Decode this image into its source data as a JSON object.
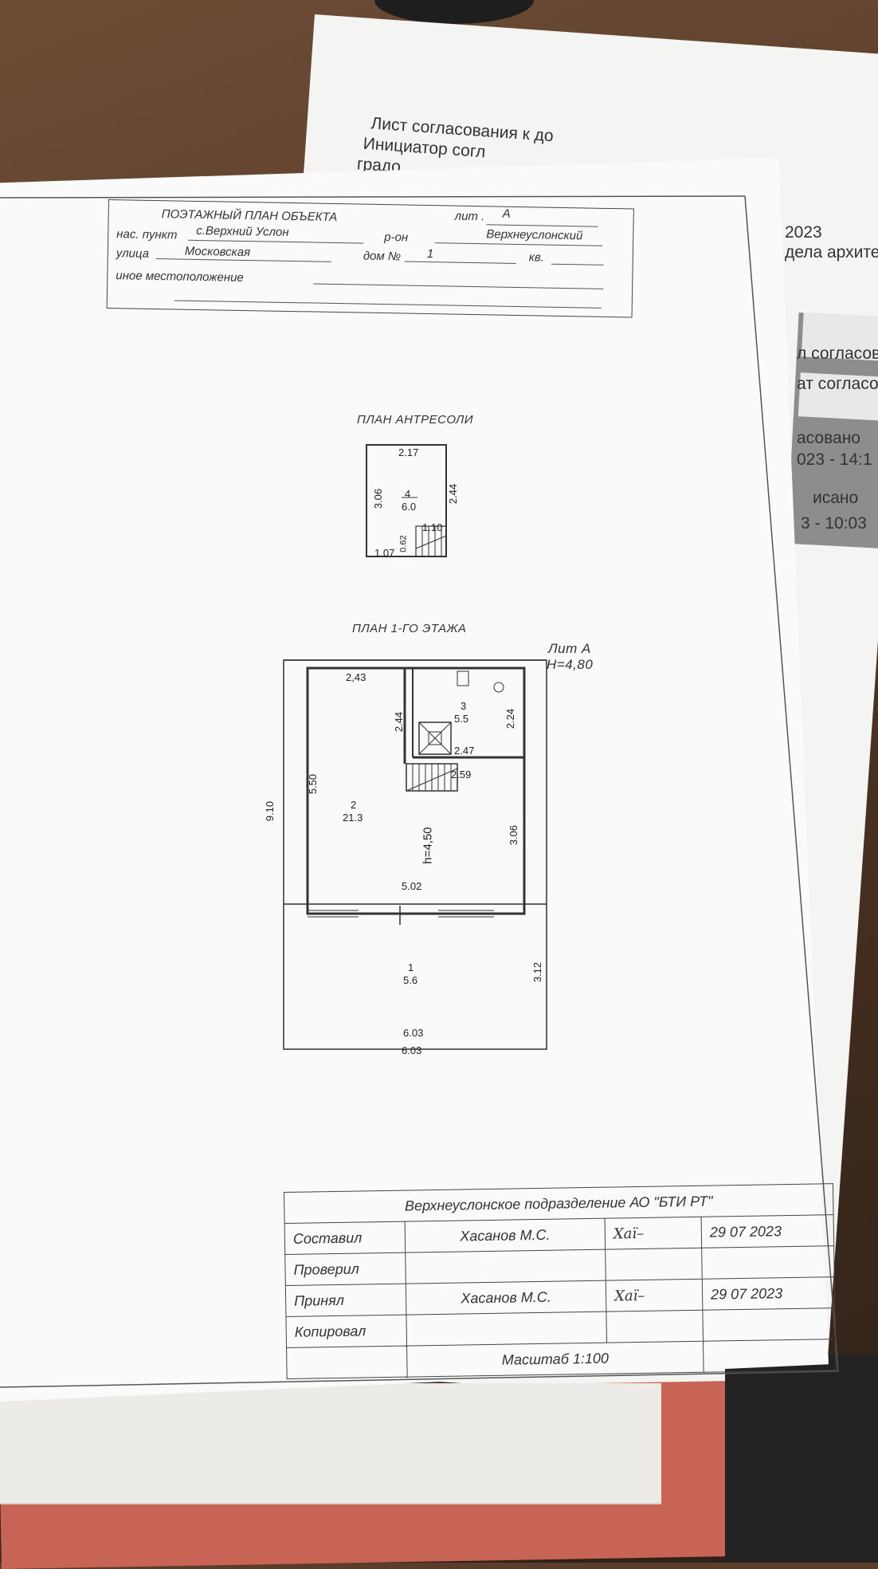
{
  "background_doc": {
    "lines": [
      "Лист согласования к до",
      "Инициатор согл",
      "градо"
    ],
    "right_snippets": [
      "2023",
      "дела архитек",
      "л согласов",
      "ат согласов",
      "асовано",
      "023 - 14:1",
      "исано",
      "3 - 10:03"
    ]
  },
  "header": {
    "title": "ПОЭТАЖНЫЙ ПЛАН ОБЪЕКТА",
    "lit_label": "лит .",
    "lit_value": "А",
    "settlement_label": "нас. пункт",
    "settlement_value": "с.Верхний Услон",
    "district_label": "р-он",
    "district_value": "Верхнеуслонский",
    "street_label": "улица",
    "street_value": "Московская",
    "house_label": "дом №",
    "house_value": "1",
    "apt_label": "кв.",
    "other_label": "иное местоположение"
  },
  "mezzanine": {
    "title": "ПЛАН АНТРЕСОЛИ",
    "dims": [
      "2.17",
      "3.06",
      "2.44",
      "1.10",
      "1.07",
      "0.62"
    ],
    "room_no": "4",
    "room_area": "6.0"
  },
  "floor1": {
    "title": "ПЛАН 1-ГО ЭТАЖА",
    "lit": "Лит А",
    "height": "H=4,80",
    "overall_height": "9.10",
    "room2_width": "2,43",
    "room2_height": "5.50",
    "room2_no": "2",
    "room2_area": "21.3",
    "ceiling_h": "h=4,50",
    "dim_244": "2.44",
    "room3_no": "3",
    "room3_area": "5.5",
    "dim_224": "2.24",
    "dim_247": "2.47",
    "dim_259": "2.59",
    "dim_306": "3.06",
    "dim_502": "5.02",
    "room1_no": "1",
    "room1_area": "5.6",
    "dim_312": "3.12",
    "inner_width": "6.03",
    "outer_width": "6.03"
  },
  "stamp": {
    "org": "Верхнеуслонское подразделение АО \"БТИ РТ\"",
    "rows": [
      {
        "role": "Составил",
        "name": "Хасанов М.С.",
        "sig": "Хаї–",
        "date": "29 07 2023"
      },
      {
        "role": "Проверил",
        "name": "",
        "sig": "",
        "date": ""
      },
      {
        "role": "Принял",
        "name": "Хасанов М.С.",
        "sig": "Хаї–",
        "date": "29 07 2023"
      },
      {
        "role": "Копировал",
        "name": "",
        "sig": "",
        "date": ""
      }
    ],
    "scale": "Масштаб 1:100"
  }
}
